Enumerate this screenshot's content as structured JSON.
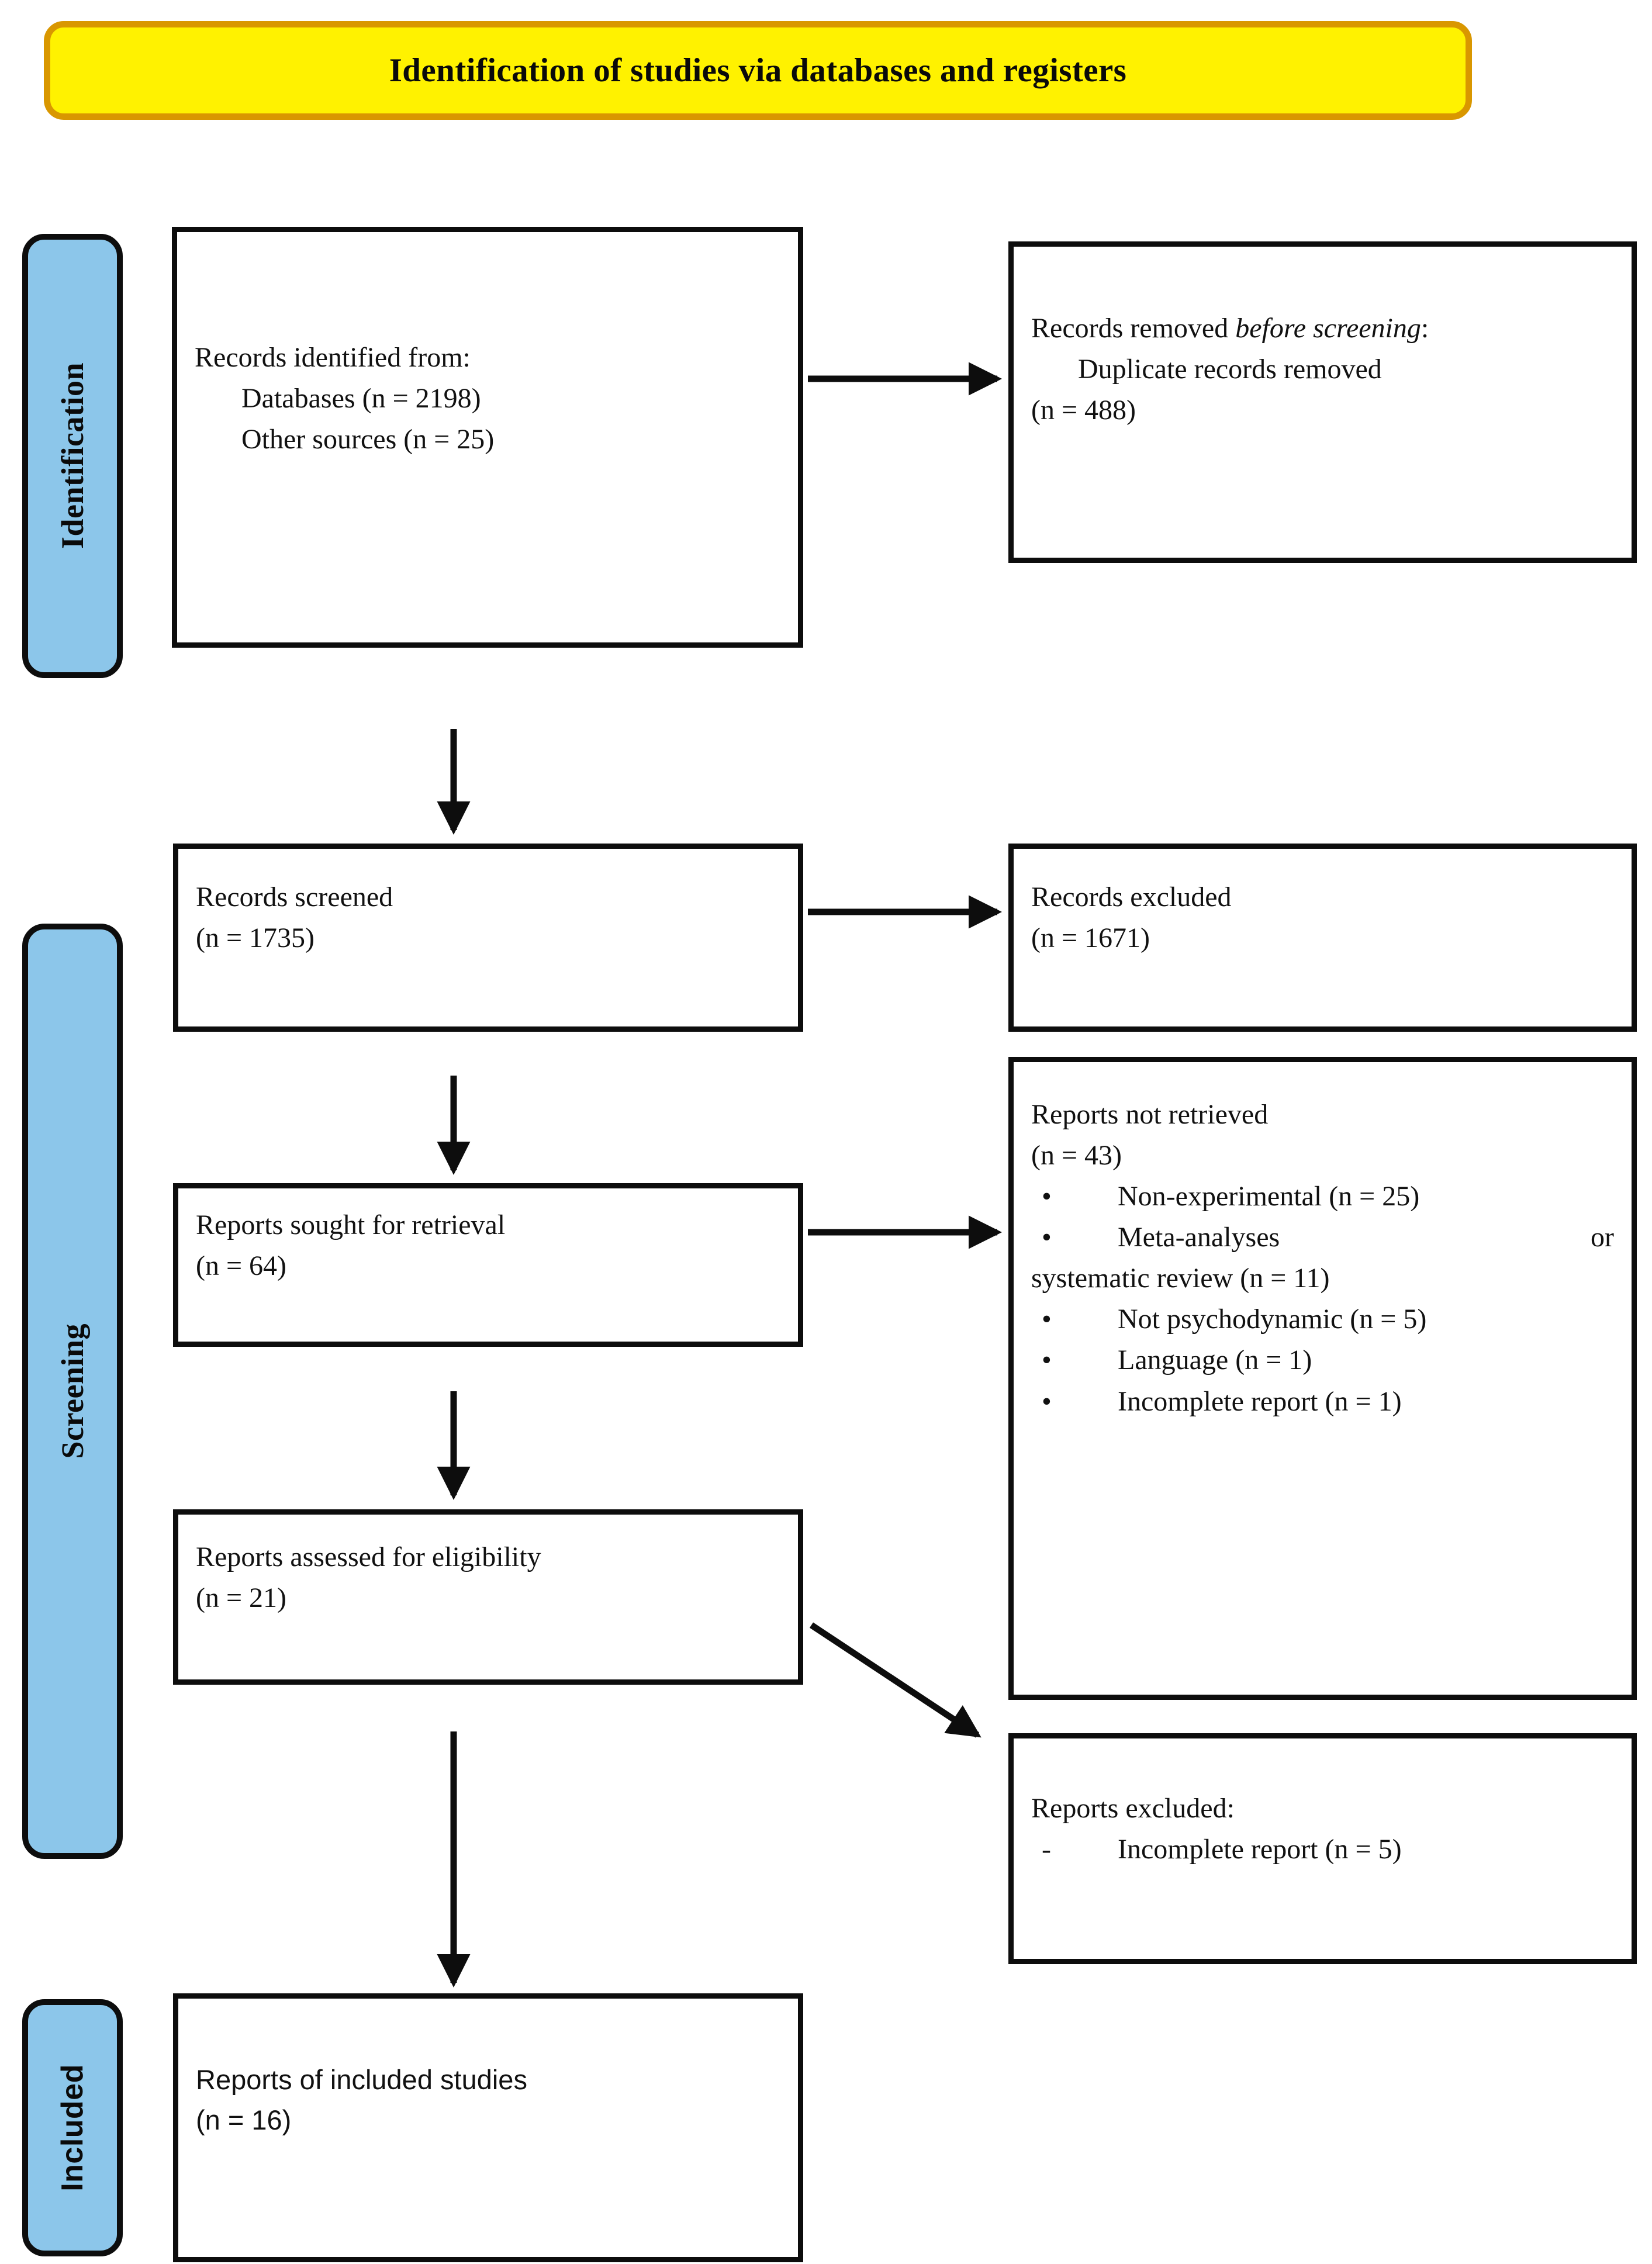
{
  "title": {
    "text": "Identification of studies via databases and registers",
    "background_color": "#FFF200",
    "border_color": "#D99700"
  },
  "phases": {
    "identification": "Identification",
    "screening": "Screening",
    "included": "Included",
    "color": "#8CC6EA"
  },
  "boxes": {
    "identified": {
      "heading": "Records identified from:",
      "items": [
        "Databases (n = 2198)",
        "Other sources (n = 25)"
      ]
    },
    "removed": {
      "heading_prefix": "Records removed ",
      "heading_italic": "before screening",
      "heading_suffix": ":",
      "items": [
        "Duplicate records removed"
      ],
      "count": "(n = 488)"
    },
    "screened": {
      "heading": "Records screened",
      "count": "(n = 1735)"
    },
    "excluded_records": {
      "heading": "Records excluded",
      "count": "(n = 1671)"
    },
    "sought": {
      "heading": "Reports sought for retrieval",
      "count": "(n = 64)"
    },
    "not_retrieved": {
      "heading": "Reports not retrieved",
      "count": "(n = 43)",
      "bullets": [
        {
          "marker": "•",
          "text": "Non-experimental (n = 25)"
        },
        {
          "marker": "•",
          "text": "Meta-analyses",
          "trailing": "or",
          "continuation": "systematic review (n = 11)"
        },
        {
          "marker": "•",
          "text": "Not psychodynamic (n = 5)"
        },
        {
          "marker": "•",
          "text": "Language (n = 1)"
        },
        {
          "marker": "•",
          "text": "Incomplete report (n = 1)"
        }
      ]
    },
    "eligibility": {
      "heading": "Reports assessed for eligibility",
      "count": "(n = 21)"
    },
    "excluded_reports": {
      "heading": "Reports excluded:",
      "bullets": [
        {
          "marker": "-",
          "text": "Incomplete report (n = 5)"
        }
      ]
    },
    "included": {
      "heading": "Reports of included studies",
      "count": "(n = 16)"
    }
  }
}
